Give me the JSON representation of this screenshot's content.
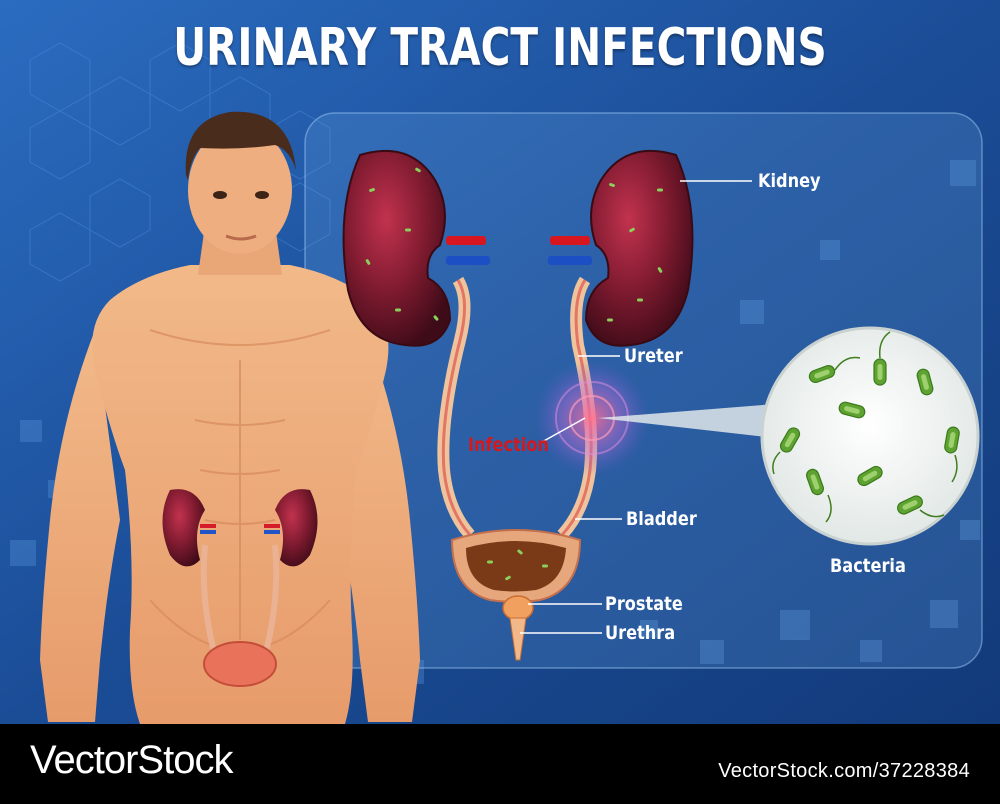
{
  "title": "URINARY TRACT INFECTIONS",
  "labels": {
    "kidney": "Kidney",
    "ureter": "Ureter",
    "infection": "Infection",
    "bladder": "Bladder",
    "prostate": "Prostate",
    "urethra": "Urethra",
    "bacteria": "Bacteria"
  },
  "watermark": {
    "brand": "VectorStock",
    "url": "VectorStock.com/37228384"
  },
  "colors": {
    "background": "#1a4d92",
    "infection_text": "#d3181e",
    "kidney": "#7a1026",
    "bacteria": "#6bb13a"
  }
}
